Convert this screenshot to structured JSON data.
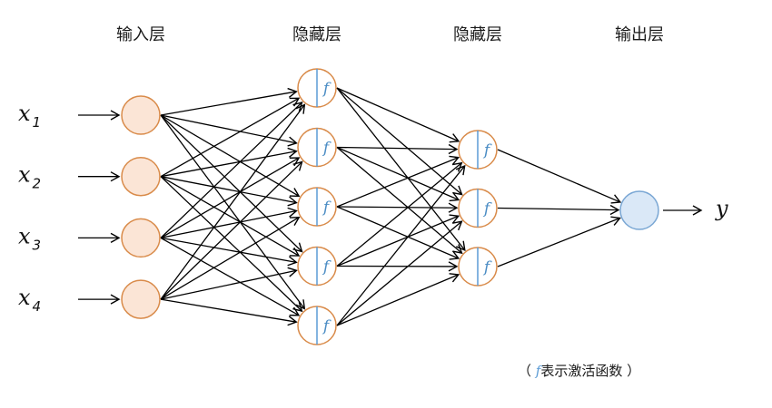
{
  "layers": {
    "input": {
      "title": "输入层",
      "neurons": 4
    },
    "hidden1": {
      "title": "隐藏层",
      "neurons": 5
    },
    "hidden2": {
      "title": "隐藏层",
      "neurons": 3
    },
    "output": {
      "title": "输出层",
      "neurons": 1
    }
  },
  "inputs": [
    {
      "symbol": "x",
      "sub": "1"
    },
    {
      "symbol": "x",
      "sub": "2"
    },
    {
      "symbol": "x",
      "sub": "3"
    },
    {
      "symbol": "x",
      "sub": "4"
    }
  ],
  "output_label": "y",
  "activation_symbol": "f",
  "note": {
    "open": "（ ",
    "symbol": "f",
    "text": "表示激活函数 ）"
  },
  "colors": {
    "input_fill": "#fbe5d6",
    "input_stroke": "#d98b4a",
    "hidden_fill": "#ffffff",
    "hidden_stroke": "#d98b4a",
    "divider": "#5b9bd5",
    "output_fill": "#dae8f7",
    "output_stroke": "#7aa7d4",
    "edge": "#000000"
  }
}
